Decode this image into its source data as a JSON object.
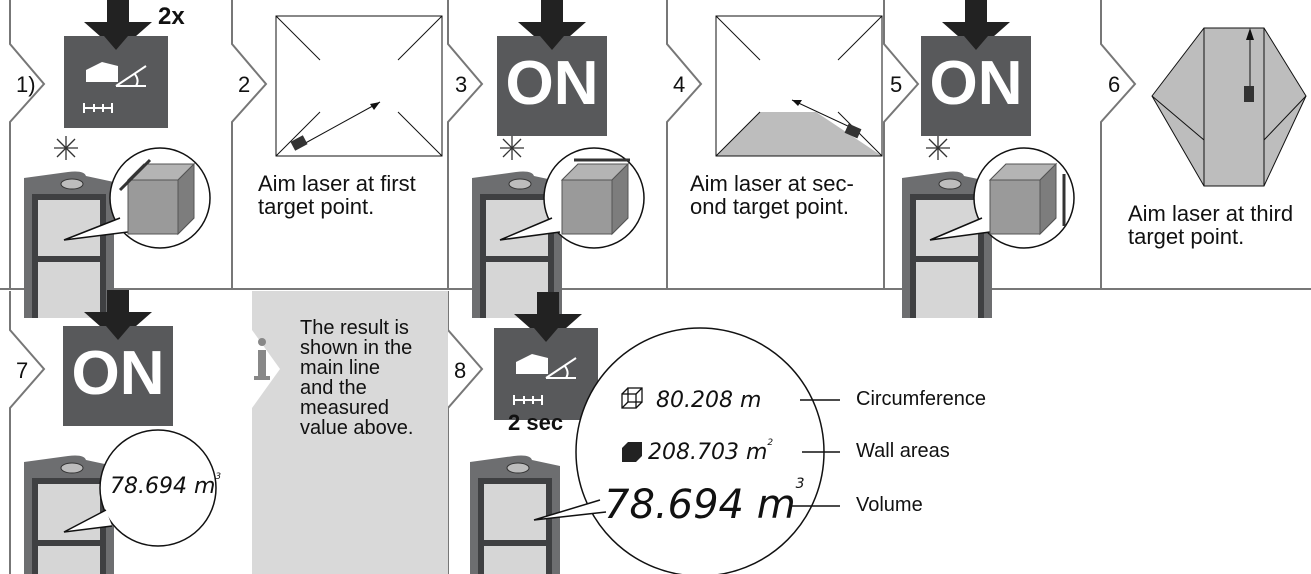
{
  "steps": {
    "s1": {
      "number": "1)",
      "badge": "2x"
    },
    "s2": {
      "number": "2",
      "caption_line1": "Aim laser at first",
      "caption_line2": "target point."
    },
    "s3": {
      "number": "3",
      "on_label": "ON"
    },
    "s4": {
      "number": "4",
      "caption_line1": "Aim laser at sec-",
      "caption_line2": "ond target point."
    },
    "s5": {
      "number": "5",
      "on_label": "ON"
    },
    "s6": {
      "number": "6",
      "caption_line1": "Aim laser at third",
      "caption_line2": "target point."
    },
    "s7": {
      "number": "7",
      "on_label": "ON",
      "display_value": "78.694",
      "display_unit": "m",
      "display_unit_sup": "3"
    },
    "s8": {
      "number": "8",
      "press_label": "2 sec"
    }
  },
  "info_box": {
    "icon": "i",
    "lines": [
      "The result is",
      "shown in the",
      "main line",
      "and the",
      "measured",
      "value above."
    ]
  },
  "results": {
    "circumference": {
      "value": "80.208",
      "unit": "m",
      "label": "Circumference"
    },
    "wall_areas": {
      "value": "208.703",
      "unit": "m",
      "unit_sup": "2",
      "label": "Wall areas"
    },
    "volume": {
      "value": "78.694",
      "unit": "m",
      "unit_sup": "3",
      "label": "Volume"
    }
  },
  "colors": {
    "key_gray": "#58595b",
    "arrow": "#222222",
    "panel_gray": "#d9d9d9",
    "device": "#6d6e70"
  }
}
